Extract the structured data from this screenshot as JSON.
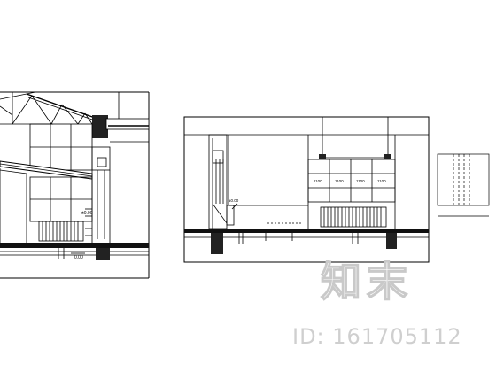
{
  "watermark": {
    "brand": "知末",
    "id_text": "ID: 161705112"
  },
  "left_elevation": {
    "level_labels": [
      "±0.00",
      "0.00"
    ]
  },
  "right_elevation": {
    "dimensions": [
      "1100",
      "1100",
      "1100",
      "1100"
    ],
    "level_labels": [
      "±0.00"
    ]
  }
}
